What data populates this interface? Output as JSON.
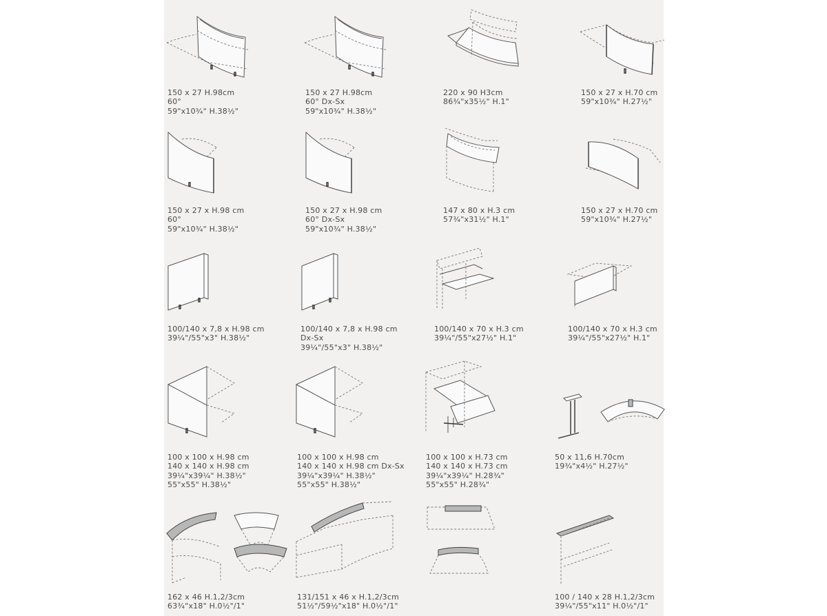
{
  "items": [
    {
      "id": "r1c1",
      "lines": [
        "150 x 27 H.98cm",
        "60°",
        "59\"x10¾\" H.38½\""
      ]
    },
    {
      "id": "r1c2",
      "lines": [
        "150 x 27 H.98cm",
        "60° Dx-Sx",
        "59\"x10¾\" H.38½\""
      ]
    },
    {
      "id": "r1c3",
      "lines": [
        "220 x 90 H3cm",
        "86¾\"x35½\" H.1\""
      ]
    },
    {
      "id": "r1c4",
      "lines": [
        "150 x 27 x H.70 cm",
        "59\"x10¾\" H.27½\""
      ]
    },
    {
      "id": "r2c1",
      "lines": [
        "150 x 27 x H.98 cm",
        "60°",
        "59\"x10¾\" H.38½\""
      ]
    },
    {
      "id": "r2c2",
      "lines": [
        "150 x 27 x H.98 cm",
        "60° Dx-Sx",
        "59\"x10¾\" H.38½\""
      ]
    },
    {
      "id": "r2c3",
      "lines": [
        "147 x 80 x H.3 cm",
        "57¾\"x31½\" H.1\""
      ]
    },
    {
      "id": "r2c4",
      "lines": [
        "150 x 27 x H.70 cm",
        "59\"x10¾\" H.27½\""
      ]
    },
    {
      "id": "r3c1",
      "lines": [
        "100/140 x 7,8 x H.98 cm",
        "39¼\"/55\"x3\" H.38½\""
      ]
    },
    {
      "id": "r3c2",
      "lines": [
        "100/140 x 7,8 x H.98 cm",
        "Dx-Sx",
        "39¼\"/55\"x3\" H.38½\""
      ]
    },
    {
      "id": "r3c3",
      "lines": [
        "100/140 x 70 x H.3 cm",
        "39¼\"/55\"x27½\" H.1\""
      ]
    },
    {
      "id": "r3c4",
      "lines": [
        "100/140 x 70 x H.3 cm",
        "39¼\"/55\"x27½\" H.1\""
      ]
    },
    {
      "id": "r4c1",
      "lines": [
        "100 x 100 x H.98 cm",
        "140 x 140 x H.98 cm",
        "39¼\"x39¼\" H.38½\"",
        "55\"x55\" H.38½\""
      ]
    },
    {
      "id": "r4c2",
      "lines": [
        "100 x 100 x H.98 cm",
        "140 x 140 x H.98 cm Dx-Sx",
        "39¼\"x39¼\" H.38½\"",
        "55\"x55\" H.38½\""
      ]
    },
    {
      "id": "r4c3",
      "lines": [
        "100 x 100 x H.73 cm",
        "140 x 140 x H.73 cm",
        "39¼\"x39¼\" H.28¾\"",
        "55\"x55\" H.28¾\""
      ]
    },
    {
      "id": "r4c4",
      "lines": [
        "50 x 11,6 H.70cm",
        "19¾\"x4½\" H.27½\""
      ]
    },
    {
      "id": "r5c1",
      "lines": [
        "162 x 46 H.1,2/3cm",
        "63¾\"x18\" H.0½\"/1\""
      ]
    },
    {
      "id": "r5c2",
      "lines": [
        "131/151 x 46 x H.1,2/3cm",
        "51½\"/59½\"x18\" H.0½\"/1\""
      ]
    },
    {
      "id": "r5c3",
      "lines": []
    },
    {
      "id": "r5c4",
      "lines": [
        "100 / 140 x 28 H.1,2/3cm",
        "39¼\"/55\"x11\" H.0½\"/1\""
      ]
    }
  ]
}
